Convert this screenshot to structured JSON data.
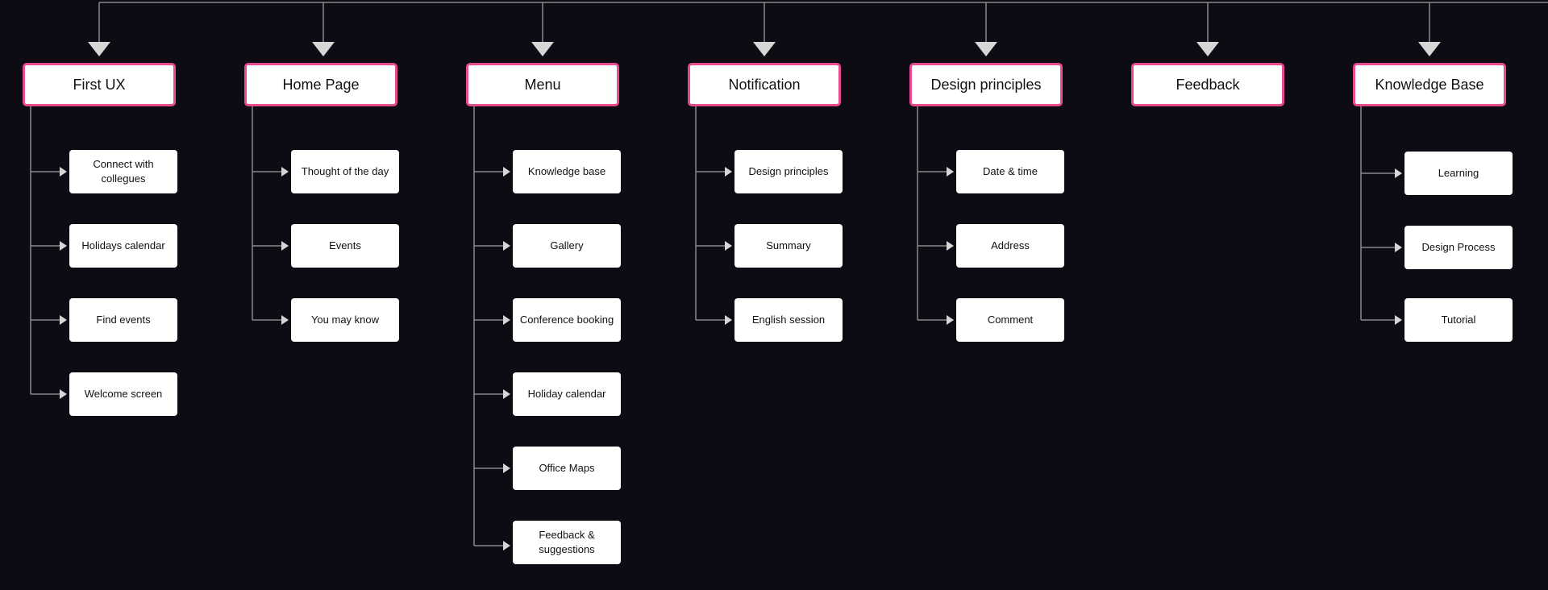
{
  "colors": {
    "background": "#0d0c14",
    "connector": "#8a8a8a",
    "arrow": "#d6d6d6",
    "root_border": "#e84a8f",
    "node_fill": "#ffffff",
    "text": "#111111"
  },
  "columns": [
    {
      "title": "First UX",
      "items": [
        "Connect with collegues",
        "Holidays calendar",
        "Find events",
        "Welcome screen"
      ]
    },
    {
      "title": "Home Page",
      "items": [
        "Thought of the day",
        "Events",
        "You may know"
      ]
    },
    {
      "title": "Menu",
      "items": [
        "Knowledge base",
        "Gallery",
        "Conference booking",
        "Holiday calendar",
        "Office Maps",
        "Feedback & suggestions"
      ]
    },
    {
      "title": "Notification",
      "items": [
        "Design principles",
        "Summary",
        "English session"
      ]
    },
    {
      "title": "Design principles",
      "items": [
        "Date & time",
        "Address",
        "Comment"
      ]
    },
    {
      "title": "Feedback",
      "items": []
    },
    {
      "title": "Knowledge Base",
      "items": [
        "Learning",
        "Design Process",
        "Tutorial"
      ]
    }
  ]
}
